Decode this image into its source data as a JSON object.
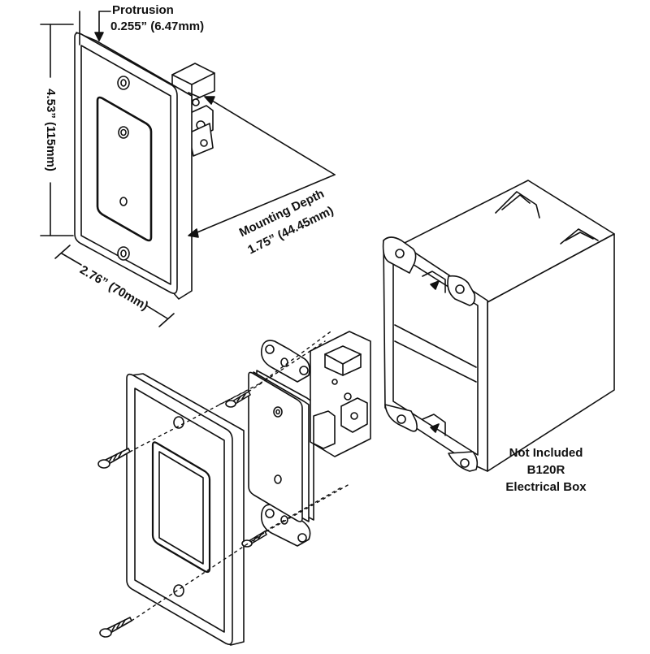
{
  "labels": {
    "protrusion_title": "Protrusion",
    "protrusion_value": "0.255” (6.47mm)",
    "height": "4.53” (115mm)",
    "width": "2.76” (70mm)",
    "depth_title": "Mounting Depth",
    "depth_value": "1.75” (44.45mm)",
    "box_line1": "Not Included",
    "box_line2": "B120R",
    "box_line3": "Electrical Box"
  },
  "colors": {
    "ink": "#111111",
    "panel": "#ffffff"
  }
}
